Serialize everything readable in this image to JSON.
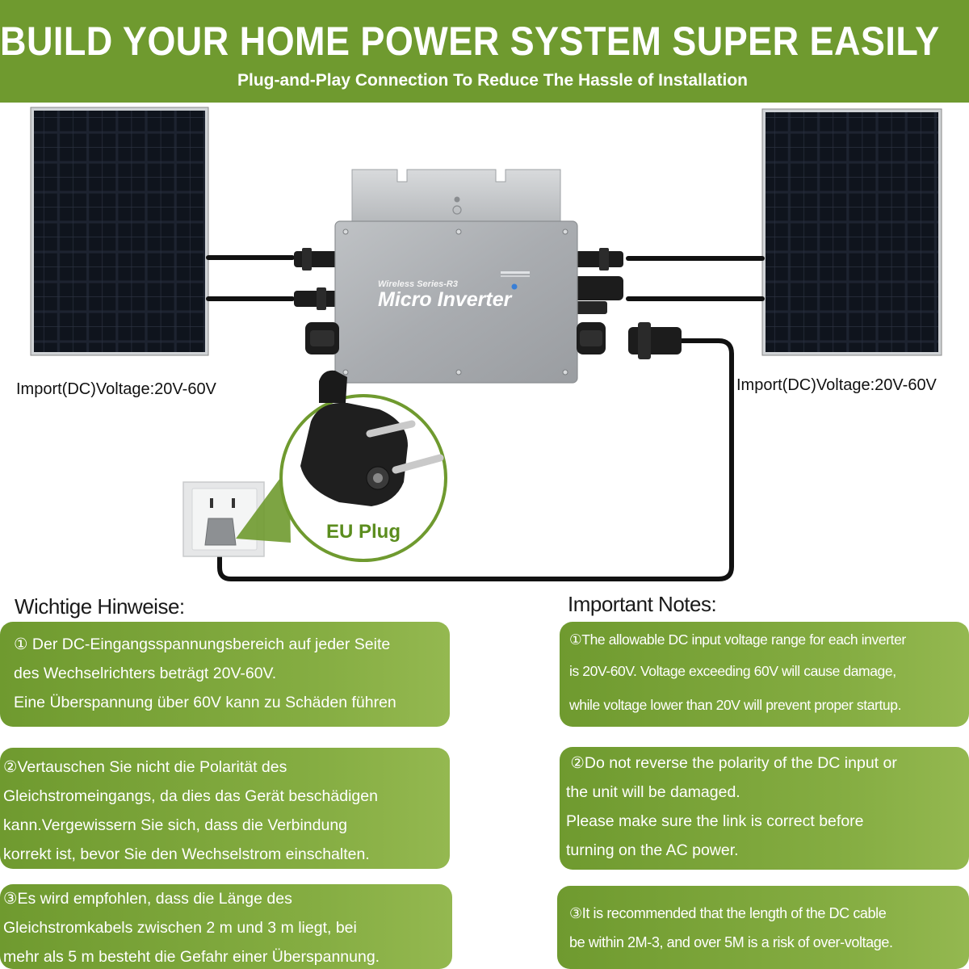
{
  "banner": {
    "title": "BUILD YOUR HOME POWER SYSTEM SUPER EASILY",
    "subtitle": "Plug-and-Play Connection To Reduce The Hassle of Installation"
  },
  "diagram": {
    "left_voltage": "Import(DC)Voltage:20V-60V",
    "right_voltage": "Import(DC)Voltage:20V-60V",
    "inverter_series": "Wireless Series-R3",
    "inverter_name": "Micro Inverter",
    "plug_label": "EU Plug"
  },
  "notes_de": {
    "heading": "Wichtige Hinweise:",
    "items": [
      {
        "lines": [
          "① Der DC-Eingangsspannungsbereich auf jeder Seite",
          "des Wechselrichters beträgt 20V-60V.",
          "Eine Überspannung über 60V kann zu Schäden führen"
        ]
      },
      {
        "lines": [
          "②Vertauschen Sie nicht die Polarität des",
          "Gleichstromeingangs, da dies das Gerät beschädigen",
          "kann.Vergewissern Sie sich, dass die Verbindung",
          "korrekt ist, bevor Sie den Wechselstrom einschalten."
        ]
      },
      {
        "lines": [
          "③Es wird empfohlen, dass die Länge des",
          "Gleichstromkabels zwischen 2 m und 3 m liegt, bei",
          "mehr als 5 m besteht die Gefahr einer Überspannung."
        ]
      }
    ]
  },
  "notes_en": {
    "heading": "Important Notes:",
    "items": [
      {
        "lines": [
          "①The allowable DC input voltage range for each inverter",
          "is 20V-60V. Voltage exceeding 60V will cause damage,",
          "while voltage lower than 20V will prevent proper startup."
        ]
      },
      {
        "lines": [
          " ②Do not reverse the polarity of the DC input or",
          "the unit will be damaged.",
          "Please make sure the link is correct before",
          "turning on the AC power."
        ]
      },
      {
        "lines": [
          "③It is recommended that the length of the DC cable",
          "be within 2M-3, and over 5M is a risk of over-voltage."
        ]
      }
    ]
  },
  "colors": {
    "banner_green": "#6f9a2f",
    "plug_label_green": "#5b8d1e",
    "note_green": "#7ba33a"
  }
}
